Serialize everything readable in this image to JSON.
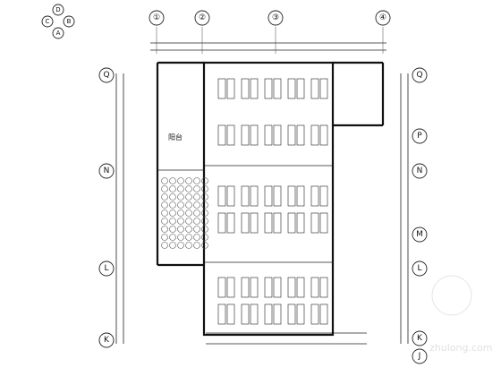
{
  "compass": [
    "D",
    "C",
    "B",
    "A"
  ],
  "grid_top": [
    "①",
    "②",
    "③",
    "④"
  ],
  "grid_left": [
    "Q",
    "N",
    "L",
    "K"
  ],
  "grid_right": [
    "Q",
    "P",
    "N",
    "M",
    "L",
    "K",
    "J"
  ],
  "room_label": "阳台",
  "colors": {
    "line": "#222222",
    "hatch": "#555555",
    "background": "#ffffff"
  },
  "watermark": "zhulong.com"
}
